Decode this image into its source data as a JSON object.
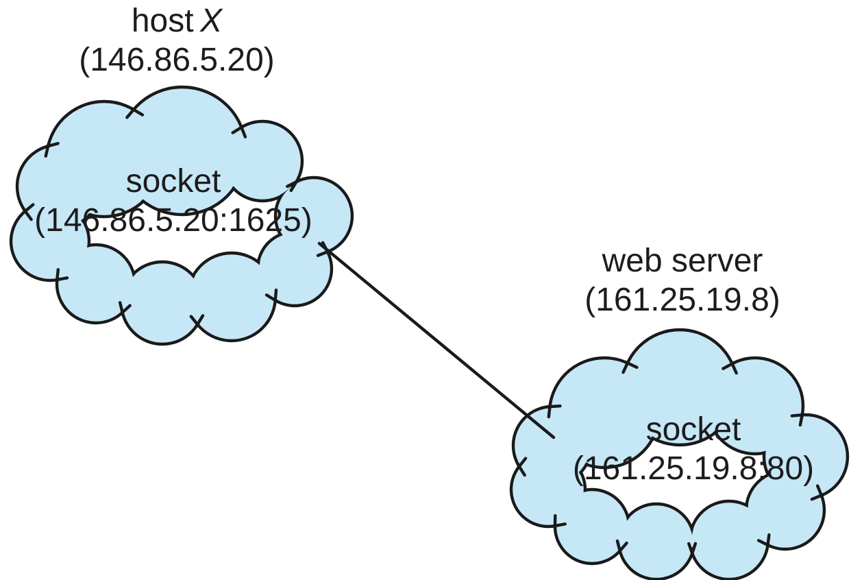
{
  "host": {
    "name_prefix": "host",
    "name_var": "X",
    "ip": "(146.86.5.20)",
    "socket": {
      "label": "socket",
      "address": "(146.86.5.20:1625)"
    }
  },
  "server": {
    "name": "web server",
    "ip": "(161.25.19.8)",
    "socket": {
      "label": "socket",
      "address": "(161.25.19.8:80)"
    }
  },
  "connection": {
    "description": "socket-to-socket connection line"
  },
  "colors": {
    "cloud_fill": "#c6e7f6",
    "outline": "#1a1a1a",
    "text": "#1c1c1c",
    "background": "#ffffff"
  }
}
